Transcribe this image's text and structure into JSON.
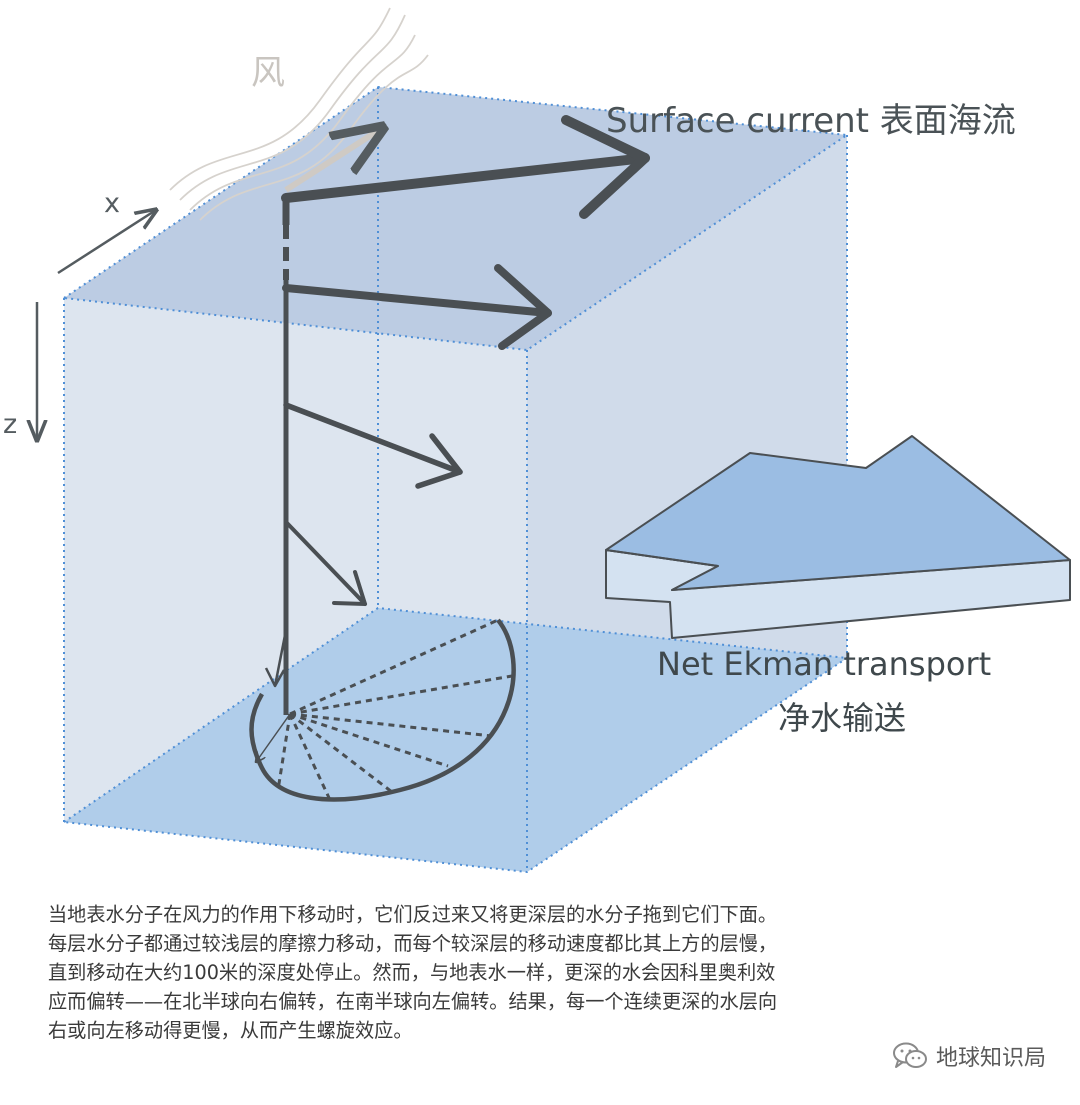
{
  "labels": {
    "surface_current": "Surface current 表面海流",
    "net_transport_line1": "Net Ekman transport",
    "net_transport_line2": "净水输送",
    "wind": "风",
    "x_axis": "x",
    "z_axis": "z"
  },
  "caption": [
    "当地表水分子在风力的作用下移动时，它们反过来又将更深层的水分子拖到它们下面。",
    "每层水分子都通过较浅层的摩擦力移动，而每个较深层的移动速度都比其上方的层慢，",
    "直到移动在大约100米的深度处停止。然而，与地表水一样，更深的水会因科里奥利效",
    "应而偏转——在北半球向右偏转，在南半球向左偏转。结果，每一个连续更深的水层向",
    "右或向左移动得更慢，从而产生螺旋效应。"
  ],
  "watermark": {
    "text": "地球知识局",
    "icon": "wechat-icon"
  },
  "colors": {
    "water_front": "#dde5ef",
    "water_top": "#bdcde4",
    "water_bottom": "#b0cdea",
    "dotted_edge": "#4f8fd6",
    "arrow": "#4a4f53",
    "wind_lines": "#d6d2cd",
    "transport_top": "#9bbde3",
    "transport_side": "#d4e2f1"
  }
}
